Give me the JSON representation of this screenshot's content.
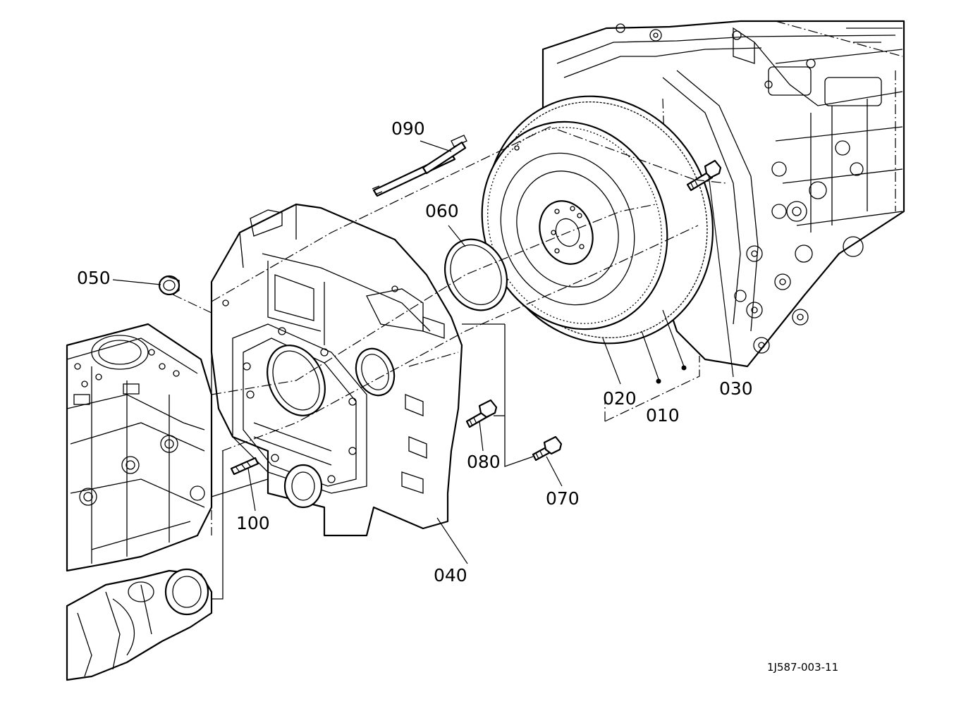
{
  "diagram": {
    "doc_id": "1J587-003-11",
    "callouts": {
      "c010": "010",
      "c020": "020",
      "c030": "030",
      "c040": "040",
      "c050": "050",
      "c060": "060",
      "c070": "070",
      "c080": "080",
      "c090": "090",
      "c100": "100"
    }
  }
}
